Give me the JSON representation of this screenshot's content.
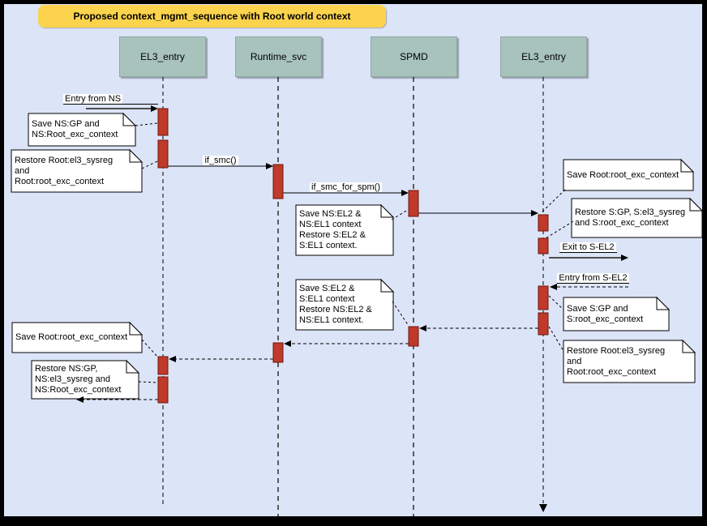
{
  "title": "Proposed context_mgmt_sequence with Root world context",
  "participants": [
    {
      "name": "EL3_entry"
    },
    {
      "name": "Runtime_svc"
    },
    {
      "name": "SPMD"
    },
    {
      "name": "EL3_entry"
    }
  ],
  "messages": {
    "entry_from_ns": "Entry from NS",
    "if_smc": "if_smc()",
    "if_smc_for_spm": "if_smc_for_spm()",
    "exit_to_s_el2": "Exit to S-EL2",
    "entry_from_s_el2": "Entry from S-EL2"
  },
  "notes": [
    {
      "text": "Save NS:GP and\nNS:Root_exc_context"
    },
    {
      "text": "Restore Root:el3_sysreg\nand\nRoot:root_exc_context"
    },
    {
      "text": "Save Root:root_exc_context"
    },
    {
      "text": "Restore S:GP, S:el3_sysreg\nand S:root_exc_context"
    },
    {
      "text": "Save NS:EL2 &\nNS:EL1 context\nRestore S:EL2 &\nS:EL1 context."
    },
    {
      "text": "Save S:EL2 &\nS:EL1 context\nRestore NS:EL2 &\nNS:EL1 context."
    },
    {
      "text": "Save S:GP and\nS:root_exc_context"
    },
    {
      "text": "Restore Root:el3_sysreg\nand\nRoot:root_exc_context"
    },
    {
      "text": "Save Root:root_exc_context"
    },
    {
      "text": "Restore NS:GP,\nNS:el3_sysreg and\nNS:Root_exc_context"
    }
  ],
  "colors": {
    "background": "#dce4f8",
    "frame": "#000000",
    "title_fill": "#fcd34d",
    "participant_fill": "#a8c3bc",
    "activation_fill": "#bf3a29",
    "activation_border": "#70160c",
    "note_fill": "#ffffff",
    "gray_lifeline": "#5c5c5c"
  }
}
